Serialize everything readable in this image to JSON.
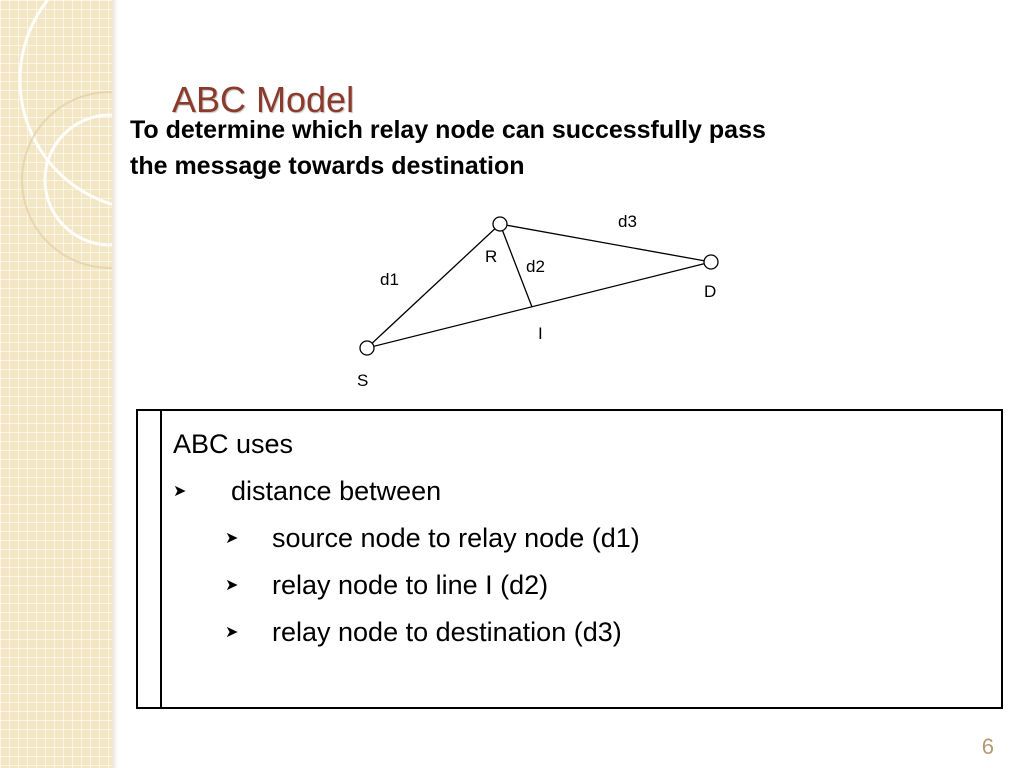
{
  "slide": {
    "title": "ABC Model",
    "subtitle_line1": "To determine which relay node can successfully pass",
    "subtitle_line2": "the message towards destination",
    "page_number": "6",
    "colors": {
      "title": "#8b3a2b",
      "band": "#f3e6c4",
      "page_number": "#b89870"
    }
  },
  "diagram": {
    "labels": {
      "d1": "d1",
      "d2": "d2",
      "d3": "d3",
      "R": "R",
      "D": "D",
      "I": "I",
      "S": "S"
    }
  },
  "content_box": {
    "heading": "ABC uses",
    "bullet_icon": "arrowhead-bullet-icon",
    "items": [
      {
        "text": "distance between",
        "level": 1
      },
      {
        "text": "source node to relay node (d1)",
        "level": 2
      },
      {
        "text": "relay node to line I (d2)",
        "level": 2
      },
      {
        "text": "relay node to destination (d3)",
        "level": 2
      }
    ]
  }
}
